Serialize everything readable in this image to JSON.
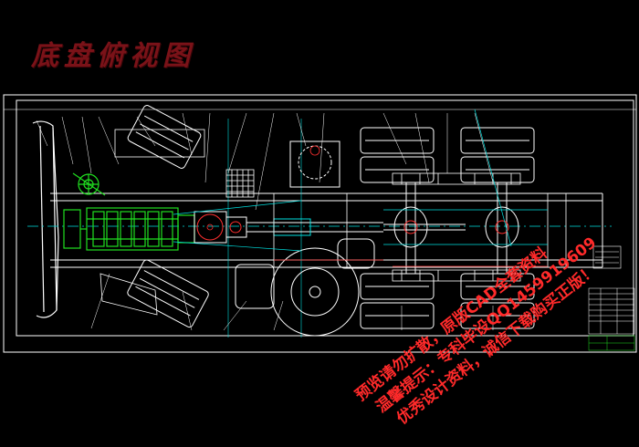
{
  "drawing": {
    "title": "底盘俯视图",
    "colors": {
      "background": "#000000",
      "frame": "#ffffff",
      "cyan": "#00e0e0",
      "red": "#ff3030",
      "green": "#20e020",
      "title": "#7a1218",
      "watermark": "#ff2a2a"
    }
  },
  "watermark": {
    "line1": "预览请勿扩散，原版CAD全套资料",
    "line2": "温馨提示：专科毕设QQ1459919609",
    "line3": "优秀设计资料，诚信下载购买正版！"
  }
}
